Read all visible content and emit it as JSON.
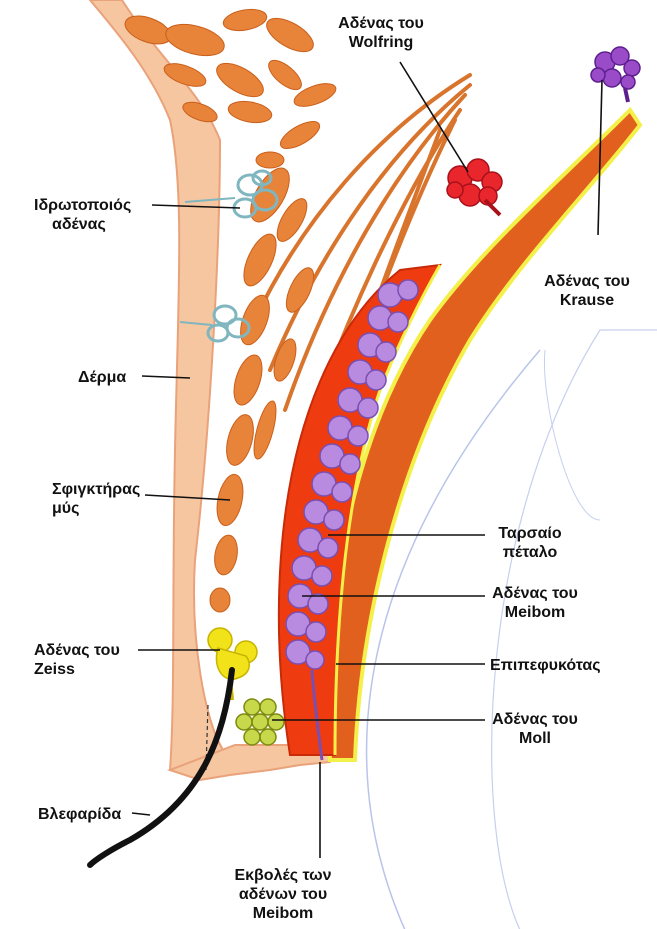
{
  "labels": {
    "wolfring": [
      "Αδένας του",
      "Wolfring"
    ],
    "sweat": [
      "Ιδρωτοποιός",
      "αδένας"
    ],
    "krause": [
      "Αδένας του",
      "Krause"
    ],
    "dermis": "Δέρμα",
    "sphincter": [
      "Σφιγκτήρας",
      "μύς"
    ],
    "tarsal": [
      "Ταρσαίο",
      "πέταλο"
    ],
    "meibom": [
      "Αδένας του",
      "Meibom"
    ],
    "conjunctiva": "Επιπεφυκότας",
    "zeiss": [
      "Αδένας του",
      "Zeiss"
    ],
    "moll": [
      "Αδένας του",
      "Moll"
    ],
    "eyelash": "Βλεφαρίδα",
    "ducts": [
      "Εκβολές των",
      "αδένων του",
      "Meibom"
    ]
  },
  "colors": {
    "skin": "#f6c6a0",
    "skin_edge": "#e9a27a",
    "muscle": "#e8833a",
    "tarsal_plate": "#ef3b10",
    "meibom_gland": "#b98be0",
    "conjunctiva_body": "#e2601e",
    "conjunctiva_edge": "#f4f04a",
    "zeiss_gland": "#f2e21a",
    "moll_gland": "#c7d84a",
    "wolfring_gland": "#e8262c",
    "krause_gland": "#9a4cc8",
    "sweat_gland": "#bfe3e8",
    "eyelash": "#111111"
  }
}
